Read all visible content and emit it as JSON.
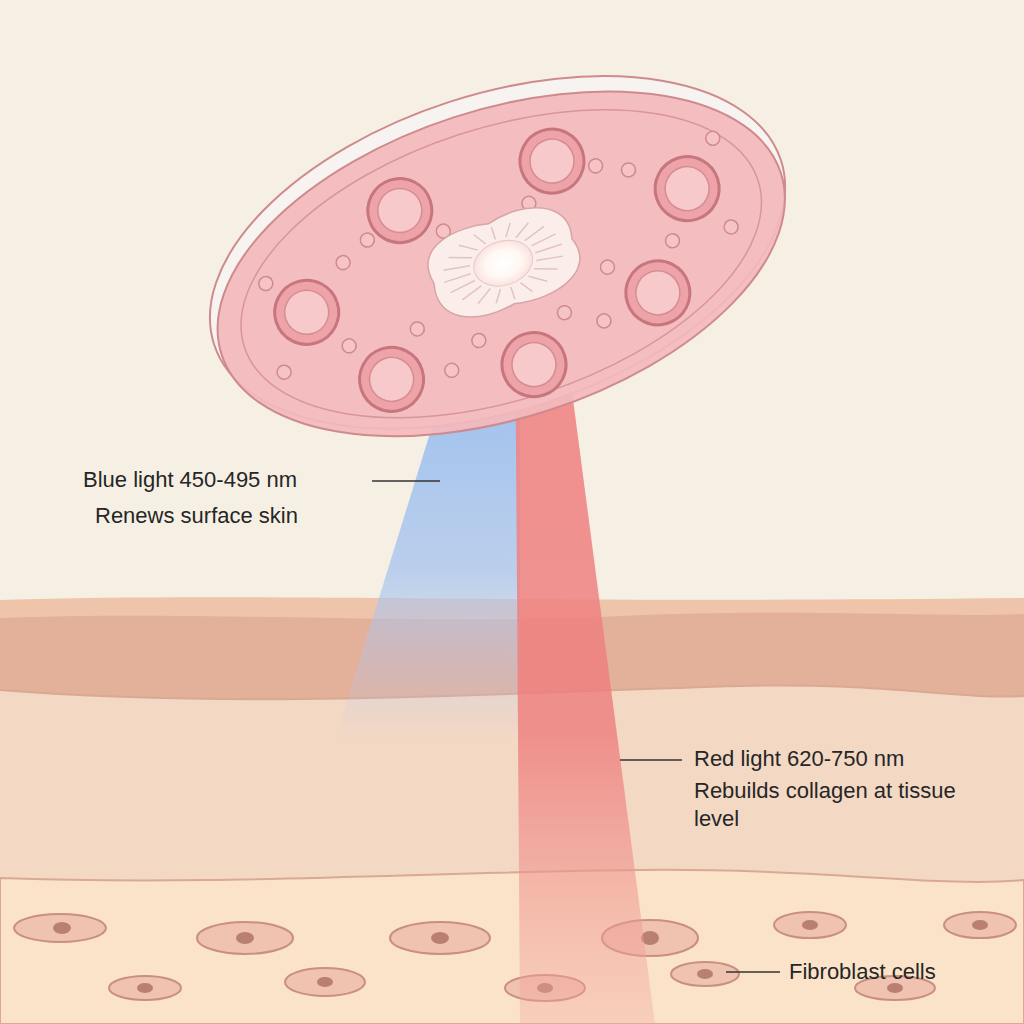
{
  "diagram": {
    "labels": [
      "Blue light 450-495 nm",
      "Renews surface skin",
      "Red light 620-750 nm",
      "Rebuilds collagen at tissue level",
      "Fibroblast cells"
    ]
  }
}
